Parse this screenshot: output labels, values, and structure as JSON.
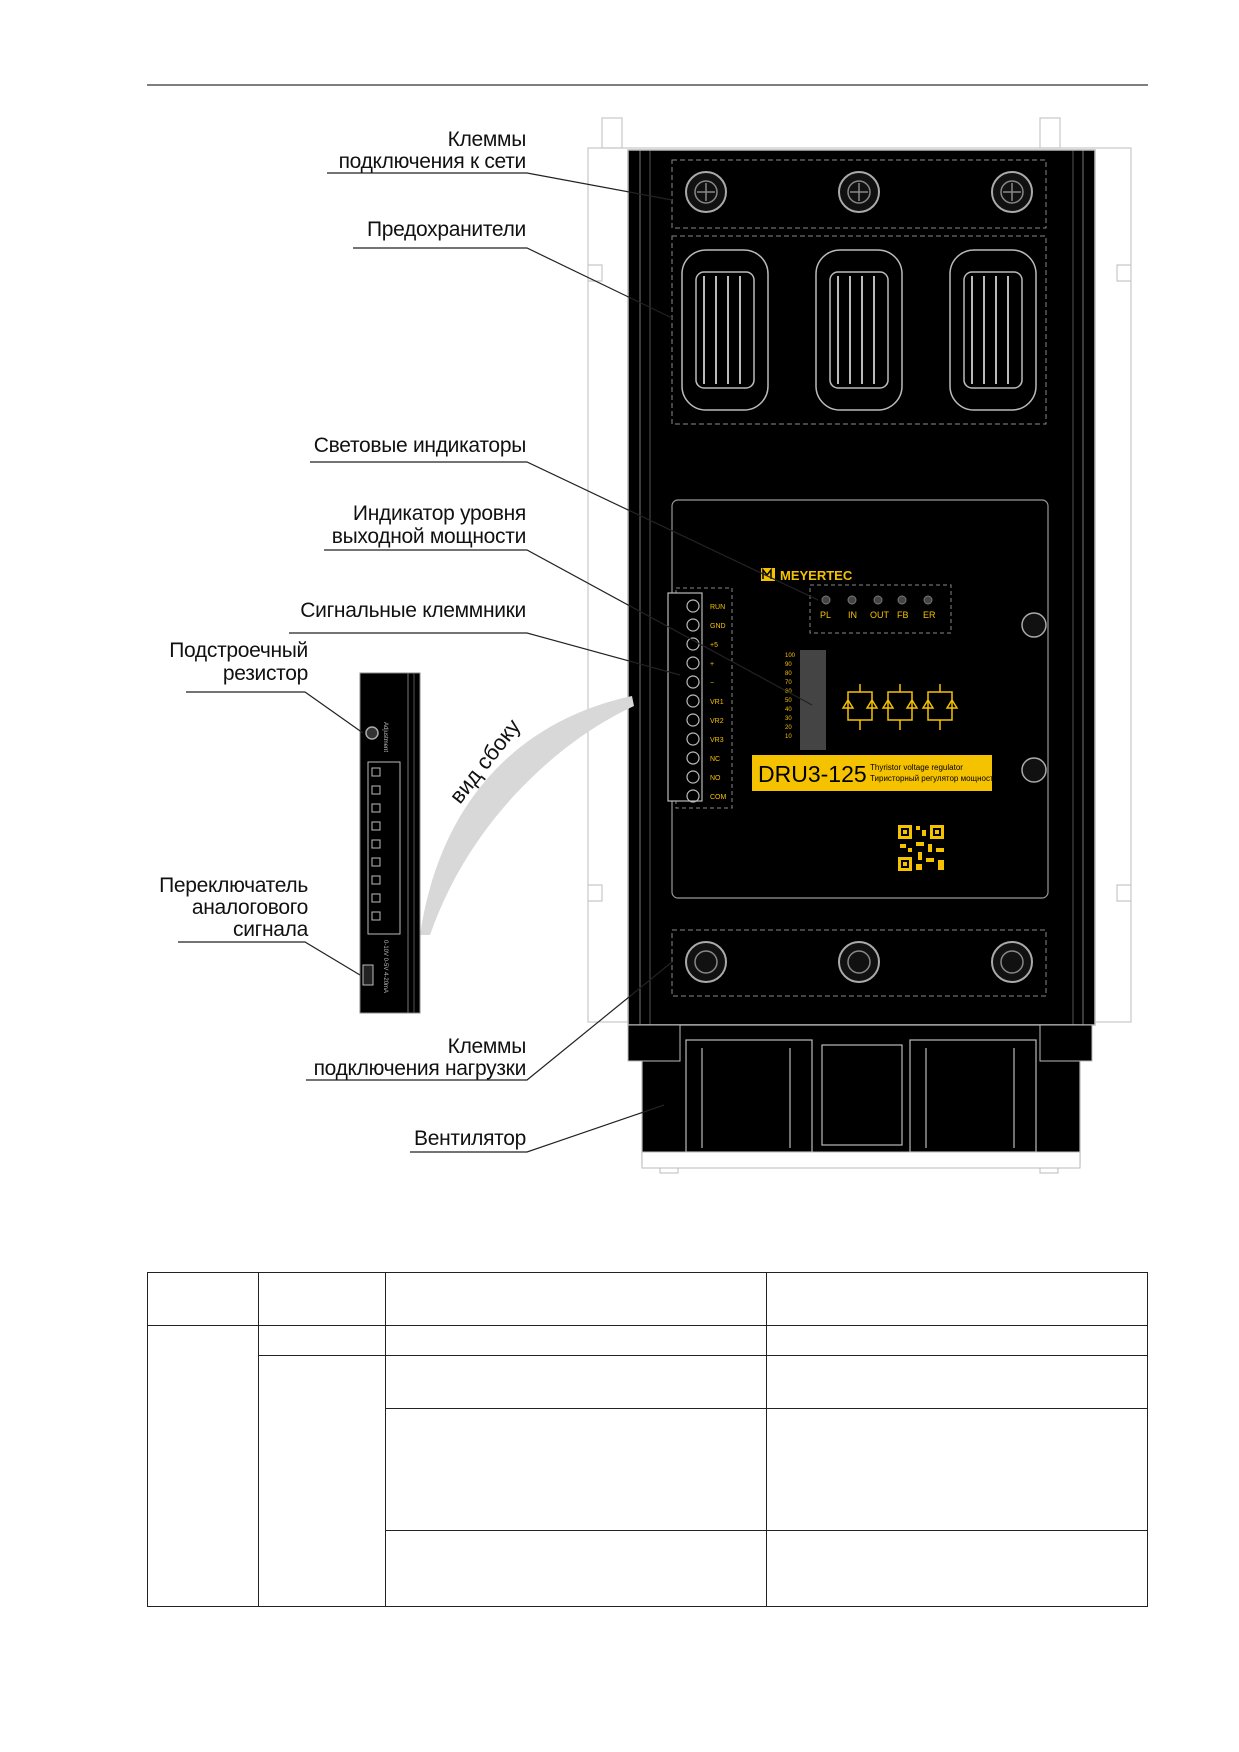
{
  "labels": {
    "mains_terminals_1": "Клеммы",
    "mains_terminals_2": "подключения к сети",
    "fuses": "Предохранители",
    "indicator_lights": "Световые индикаторы",
    "power_indicator_1": "Индикатор уровня",
    "power_indicator_2": "выходной мощности",
    "signal_terminals": "Сигнальные клеммники",
    "trim_resistor_1": "Подстроечный",
    "trim_resistor_2": "резистор",
    "analog_switch_1": "Переключатель",
    "analog_switch_2": "аналогового",
    "analog_switch_3": "сигнала",
    "load_terminals_1": "Клеммы",
    "load_terminals_2": "подключения нагрузки",
    "fan": "Вентилятор",
    "side_view": "вид сбоку"
  },
  "device": {
    "brand": "MEYERTEC",
    "model": "DRU3-125",
    "desc_en": "Thyristor voltage regulator",
    "desc_ru": "Тиристорный регулятор мощности",
    "leds": [
      "PL",
      "IN",
      "OUT",
      "FB",
      "ER"
    ],
    "terminals": [
      "RUN",
      "GND",
      "+5",
      "+",
      "−",
      "VR1",
      "VR2",
      "VR3",
      "NC",
      "NO",
      "COM"
    ],
    "scale": [
      "100",
      "90",
      "80",
      "70",
      "60",
      "50",
      "40",
      "30",
      "20",
      "10"
    ],
    "side_adjust": "Adjustment",
    "side_switch": "0-10V  0-5V  4-20mA"
  },
  "colors": {
    "accent": "#f5c200",
    "body": "#000000"
  }
}
